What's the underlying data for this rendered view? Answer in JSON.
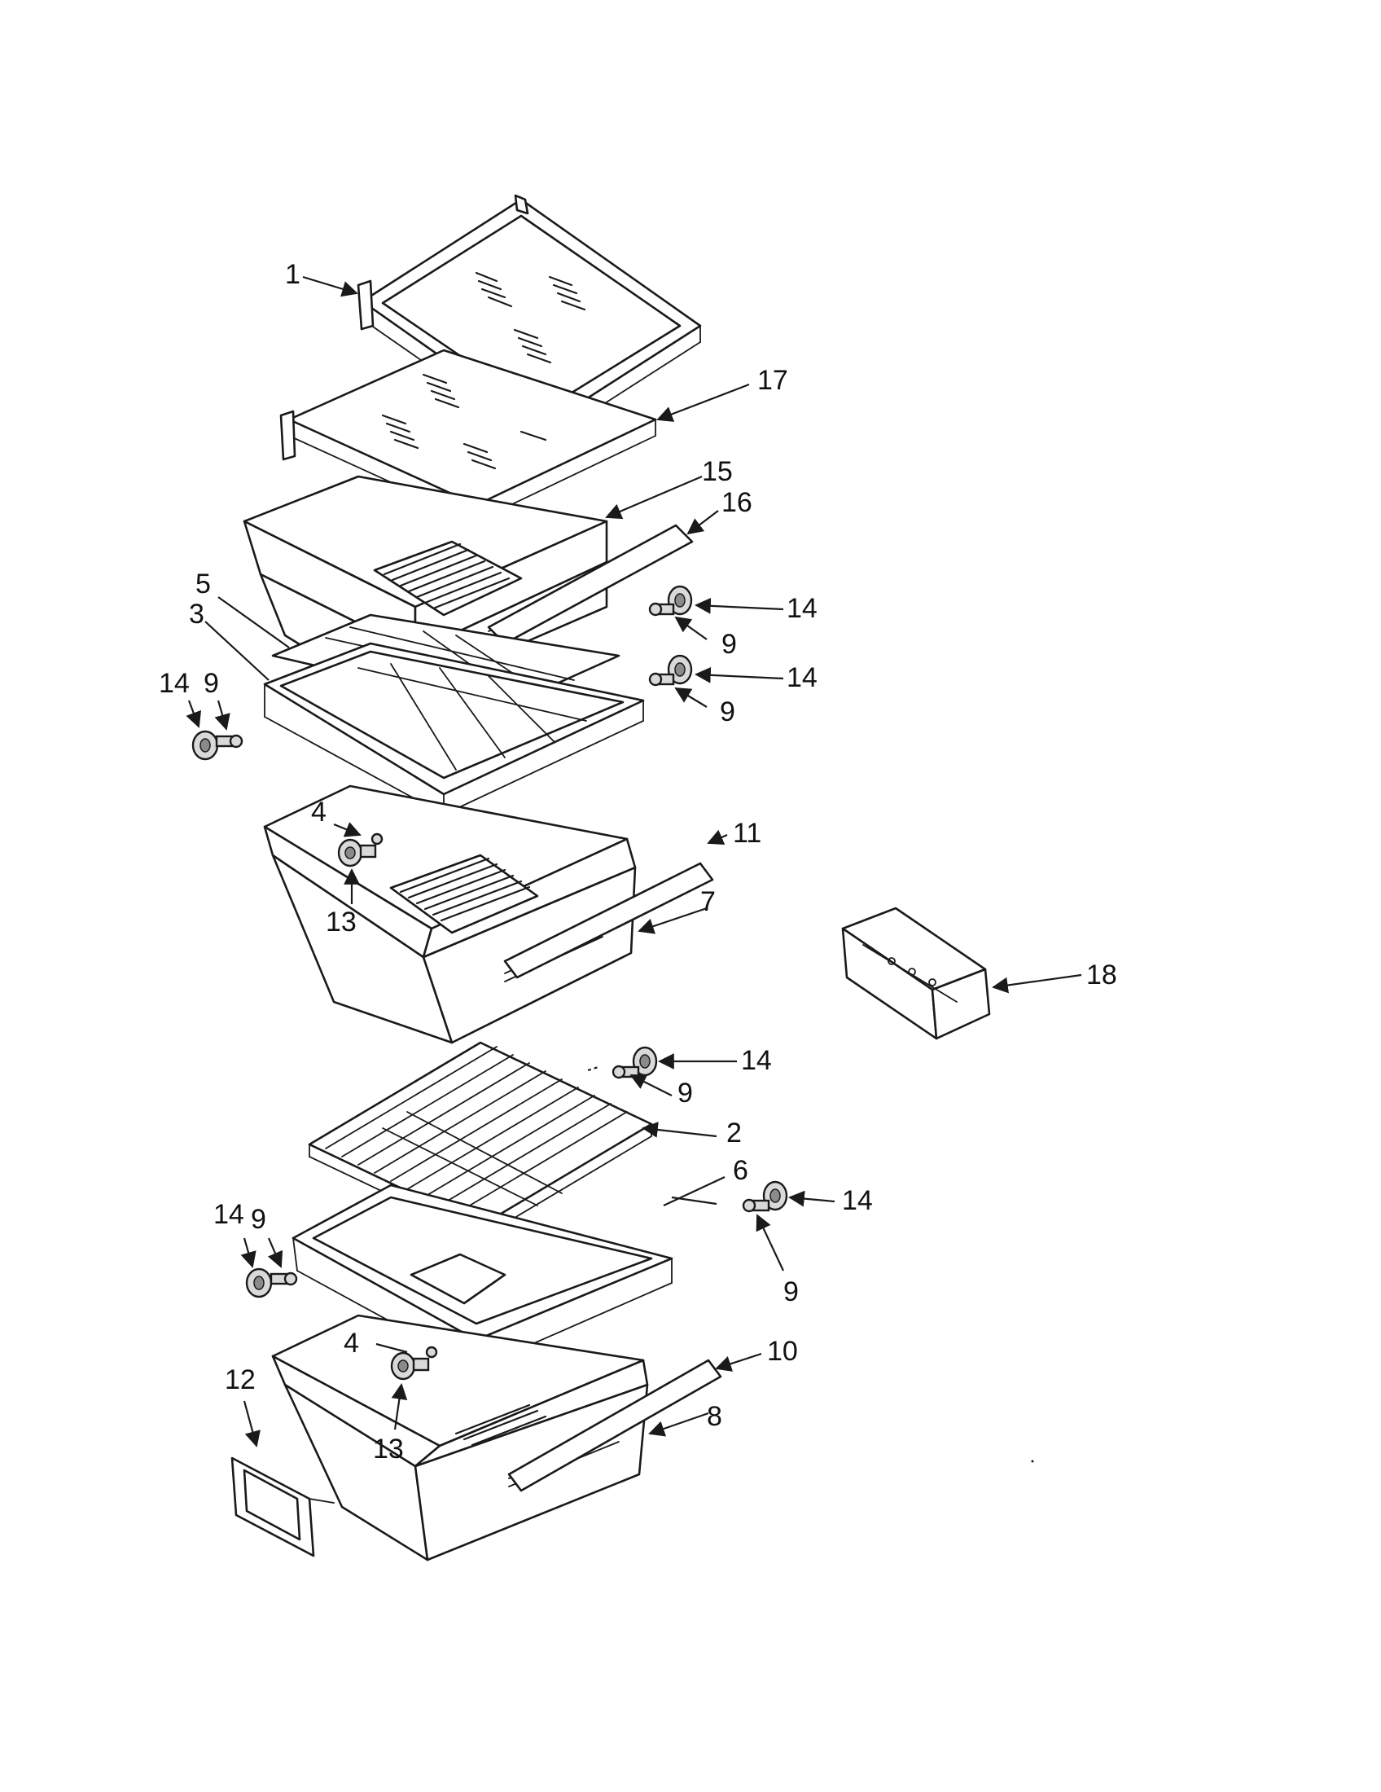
{
  "diagram": {
    "callouts": {
      "c1": "1",
      "c17": "17",
      "c15": "15",
      "c16": "16",
      "c5": "5",
      "c3": "3",
      "c14a": "14",
      "c9a": "9",
      "c14b": "14",
      "c9b": "9",
      "c14c": "14",
      "c9c": "9",
      "c4a": "4",
      "c11": "11",
      "c13a": "13",
      "c7": "7",
      "c18": "18",
      "c14d": "14",
      "c9d": "9",
      "c2": "2",
      "c6": "6",
      "c14e": "14",
      "c9e": "9",
      "c14f": "14",
      "c9f": "9",
      "c4b": "4",
      "c10": "10",
      "c12": "12",
      "c13b": "13",
      "c8": "8"
    }
  }
}
